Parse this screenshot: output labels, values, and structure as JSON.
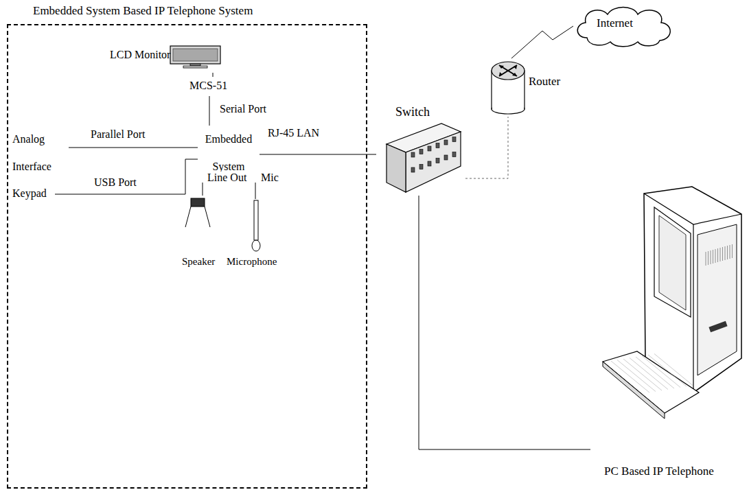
{
  "diagram": {
    "nodes": [
      {
        "text": [
          "Embedded System Based IP Telephone System"
        ]
      },
      {
        "text": [
          "LCD Monitor"
        ],
        "in": 0
      },
      {
        "text": [
          "MCS-51"
        ],
        "in": 0
      },
      {
        "text": [
          "Embedded System"
        ],
        "in": 0
      },
      {
        "text": [
          "Analog Interface"
        ],
        "in": 0
      },
      {
        "text": [
          "Keypad"
        ],
        "in": 0
      },
      {
        "text": [
          "Speaker"
        ],
        "in": 0
      },
      {
        "text": [
          "Microphone"
        ],
        "in": 0
      },
      {
        "text": [
          "Switch"
        ]
      },
      {
        "text": [
          "Router"
        ]
      },
      {
        "text": [
          "Internet"
        ]
      },
      {
        "text": [
          "PC Based IP Telephone"
        ]
      }
    ],
    "edges": [
      {
        "from": 1,
        "to": 2,
        "arrow": "none"
      },
      {
        "from": 2,
        "to": 3,
        "label": "Serial Port",
        "arrow": "none"
      },
      {
        "from": 4,
        "to": 3,
        "label": "Parallel Port",
        "arrow": "none"
      },
      {
        "from": 5,
        "to": 3,
        "label": "USB Port",
        "arrow": "none"
      },
      {
        "from": 3,
        "to": 6,
        "label": "Line Out",
        "arrow": "none"
      },
      {
        "from": 3,
        "to": 7,
        "label": "Mic",
        "arrow": "none"
      },
      {
        "from": 3,
        "to": 8,
        "label": "RJ-45 LAN",
        "arrow": "none"
      },
      {
        "from": 8,
        "to": 9,
        "arrow": "none"
      },
      {
        "from": 9,
        "to": 10,
        "arrow": "none"
      },
      {
        "from": 8,
        "to": 11,
        "arrow": "none"
      }
    ]
  }
}
